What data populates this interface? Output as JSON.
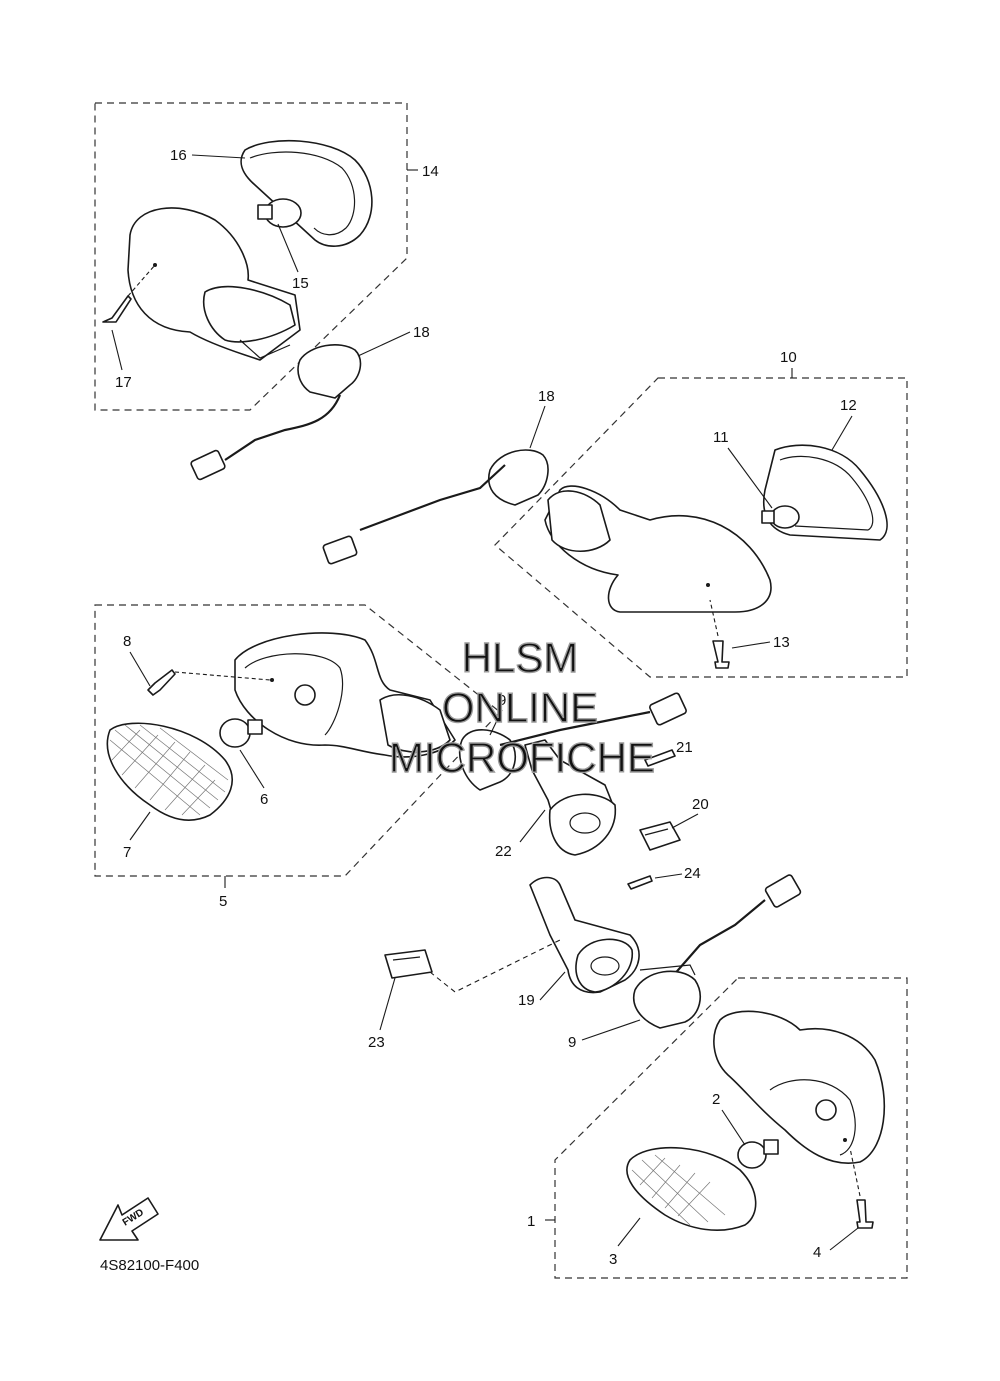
{
  "diagram_code": "4S82100-F400",
  "fwd_label": "FWD",
  "watermark": {
    "line1": "HLSM",
    "line2": "ONLINE",
    "line3": "MICROFICHE"
  },
  "callouts": {
    "n1": "1",
    "n2": "2",
    "n3": "3",
    "n4": "4",
    "n5": "5",
    "n6": "6",
    "n7": "7",
    "n8": "8",
    "n9a": "9",
    "n9b": "9",
    "n10": "10",
    "n11": "11",
    "n12": "12",
    "n13": "13",
    "n14": "14",
    "n15": "15",
    "n16": "16",
    "n17": "17",
    "n18a": "18",
    "n18b": "18",
    "n19": "19",
    "n20": "20",
    "n21": "21",
    "n22": "22",
    "n23": "23",
    "n24": "24"
  }
}
